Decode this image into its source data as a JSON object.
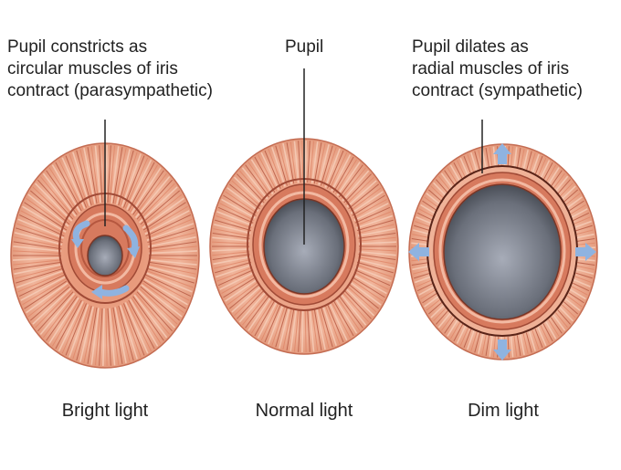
{
  "annotations": {
    "constrict": [
      "Pupil constricts as",
      "circular muscles of iris",
      "contract (parasympathetic)"
    ],
    "pupil": "Pupil",
    "dilate": [
      "Pupil dilates as",
      "radial muscles of iris",
      "contract (sympathetic)"
    ]
  },
  "captions": {
    "bright": "Bright light",
    "normal": "Normal light",
    "dim": "Dim light"
  },
  "colors": {
    "iris_light": "#f0b49a",
    "iris_mid": "#e0886a",
    "iris_dark": "#b85c45",
    "pupil_light": "#a7acb8",
    "pupil_dark": "#3c4048",
    "arrow": "#8fb3e0"
  }
}
